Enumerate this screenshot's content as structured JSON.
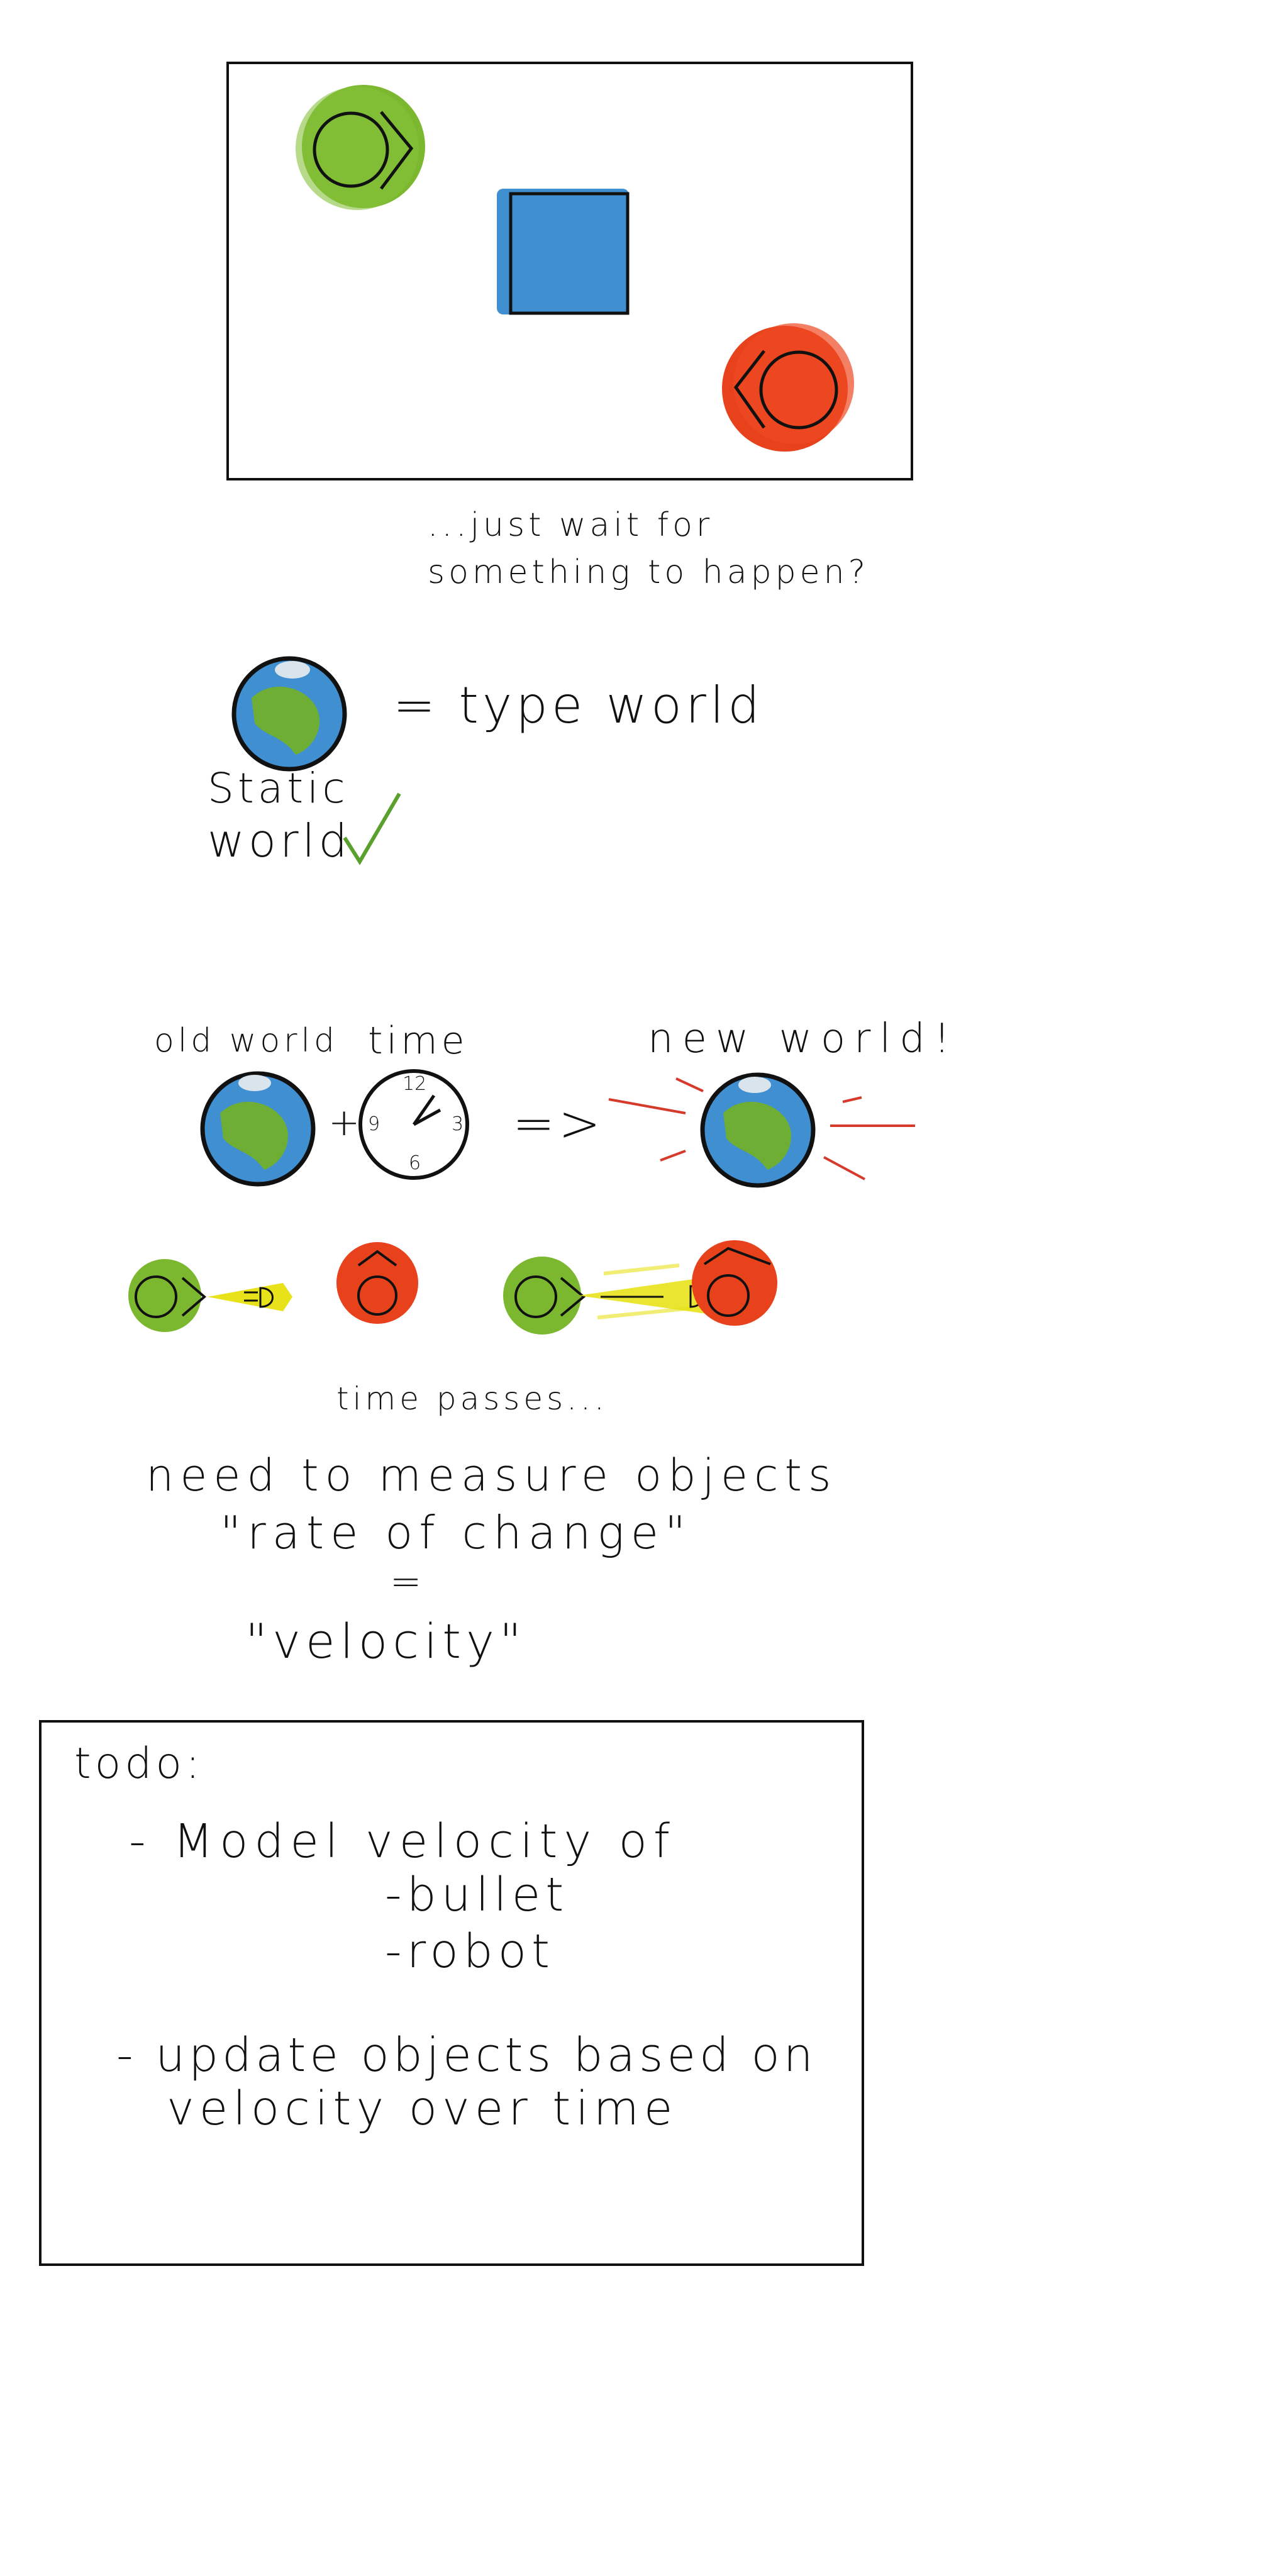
{
  "scene": {
    "caption_line1": "...just wait for",
    "caption_line2": "something to happen?"
  },
  "static_world": {
    "equation": "= type world",
    "label_line1": "Static",
    "label_line2": "world",
    "check_icon": "check-icon"
  },
  "transition": {
    "old_label": "old world",
    "time_label": "time",
    "plus": "+",
    "arrow": "=>",
    "new_label": "new world!",
    "clock_numbers": {
      "twelve": "12",
      "three": "3",
      "six": "6",
      "nine": "9"
    }
  },
  "motion": {
    "time_passes": "time passes..."
  },
  "velocity_note": {
    "line1": "need to measure objects",
    "line2": "\"rate of change\"",
    "equals": "=",
    "line3": "\"velocity\""
  },
  "todo": {
    "title": "todo:",
    "item1": "- Model velocity of",
    "sub1": "-bullet",
    "sub2": "-robot",
    "item2_line1": "- update objects based on",
    "item2_line2": "velocity over time"
  },
  "colors": {
    "green": "#7cb82f",
    "red": "#e8421d",
    "blue": "#3f8fd1",
    "yellow": "#e8e21a",
    "check": "#5aa02c",
    "ray": "#d63a2a"
  }
}
